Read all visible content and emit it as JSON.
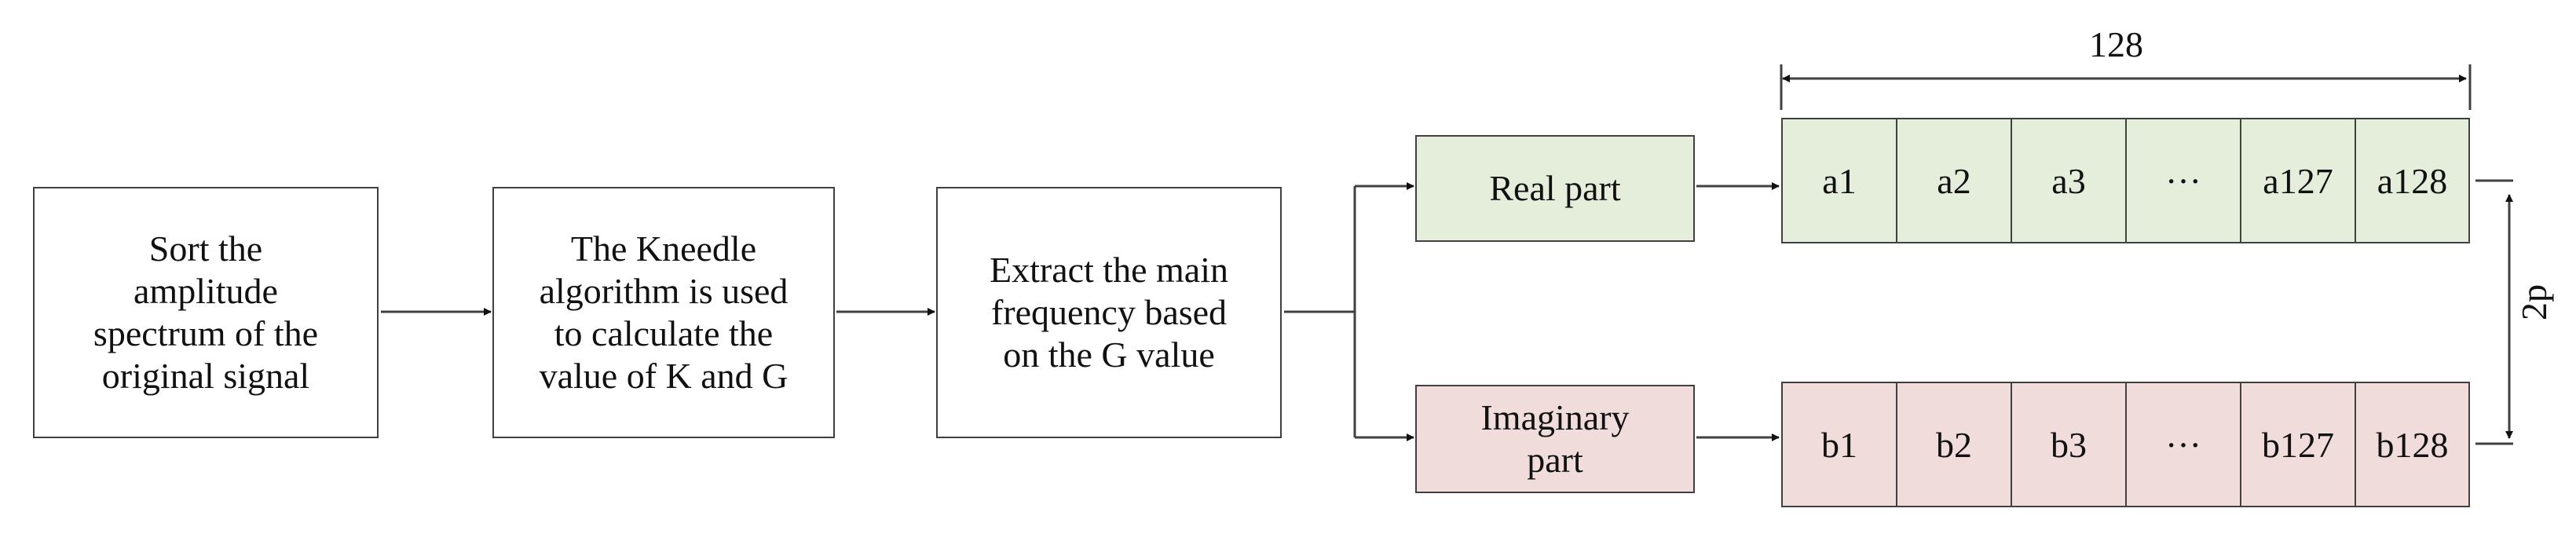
{
  "steps": {
    "sort": "Sort the\namplitude\nspectrum of the\noriginal signal",
    "kneedle": "The Kneedle\nalgorithm is used\nto calculate the\nvalue of K and G",
    "extract": "Extract the main\nfrequency based\non the G value"
  },
  "branches": {
    "real": "Real part",
    "imaginary": "Imaginary\npart"
  },
  "real_vector": [
    "a1",
    "a2",
    "a3",
    "···",
    "a127",
    "a128"
  ],
  "imag_vector": [
    "b1",
    "b2",
    "b3",
    "···",
    "b127",
    "b128"
  ],
  "dimensions": {
    "width_label": "128",
    "height_label": "2p"
  },
  "colors": {
    "real_fill": "#e4eedb",
    "imag_fill": "#f1dcdc",
    "stroke": "#404040"
  }
}
